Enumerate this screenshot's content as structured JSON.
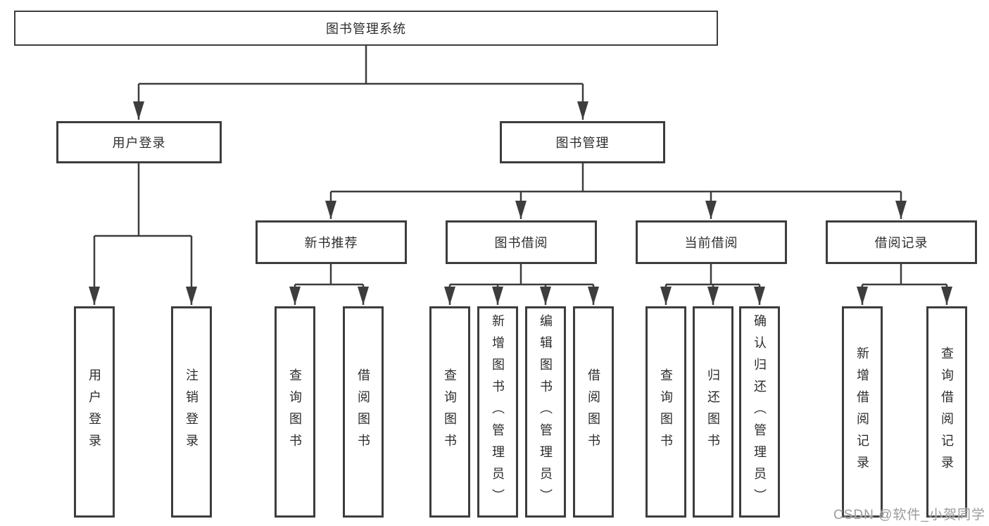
{
  "tree": {
    "root": "图书管理系统",
    "children": [
      {
        "label": "用户登录",
        "children": [
          "用户登录",
          "注销登录"
        ]
      },
      {
        "label": "图书管理",
        "children": [
          {
            "label": "新书推荐",
            "children": [
              "查询图书",
              "借阅图书"
            ]
          },
          {
            "label": "图书借阅",
            "children": [
              "查询图书",
              "新增图书（管理员）",
              "编辑图书（管理员）",
              "借阅图书"
            ]
          },
          {
            "label": "当前借阅",
            "children": [
              "查询图书",
              "归还图书",
              "确认归还（管理员）"
            ]
          },
          {
            "label": "借阅记录",
            "children": [
              "新增借阅记录",
              "查询借阅记录"
            ]
          }
        ]
      }
    ]
  },
  "watermark": "CSDN @软件_小贺同学",
  "colors": {
    "line": "#3d3d3d",
    "text": "#2d2d2d",
    "watermark": "#9b9b9b",
    "background": "#ffffff"
  }
}
